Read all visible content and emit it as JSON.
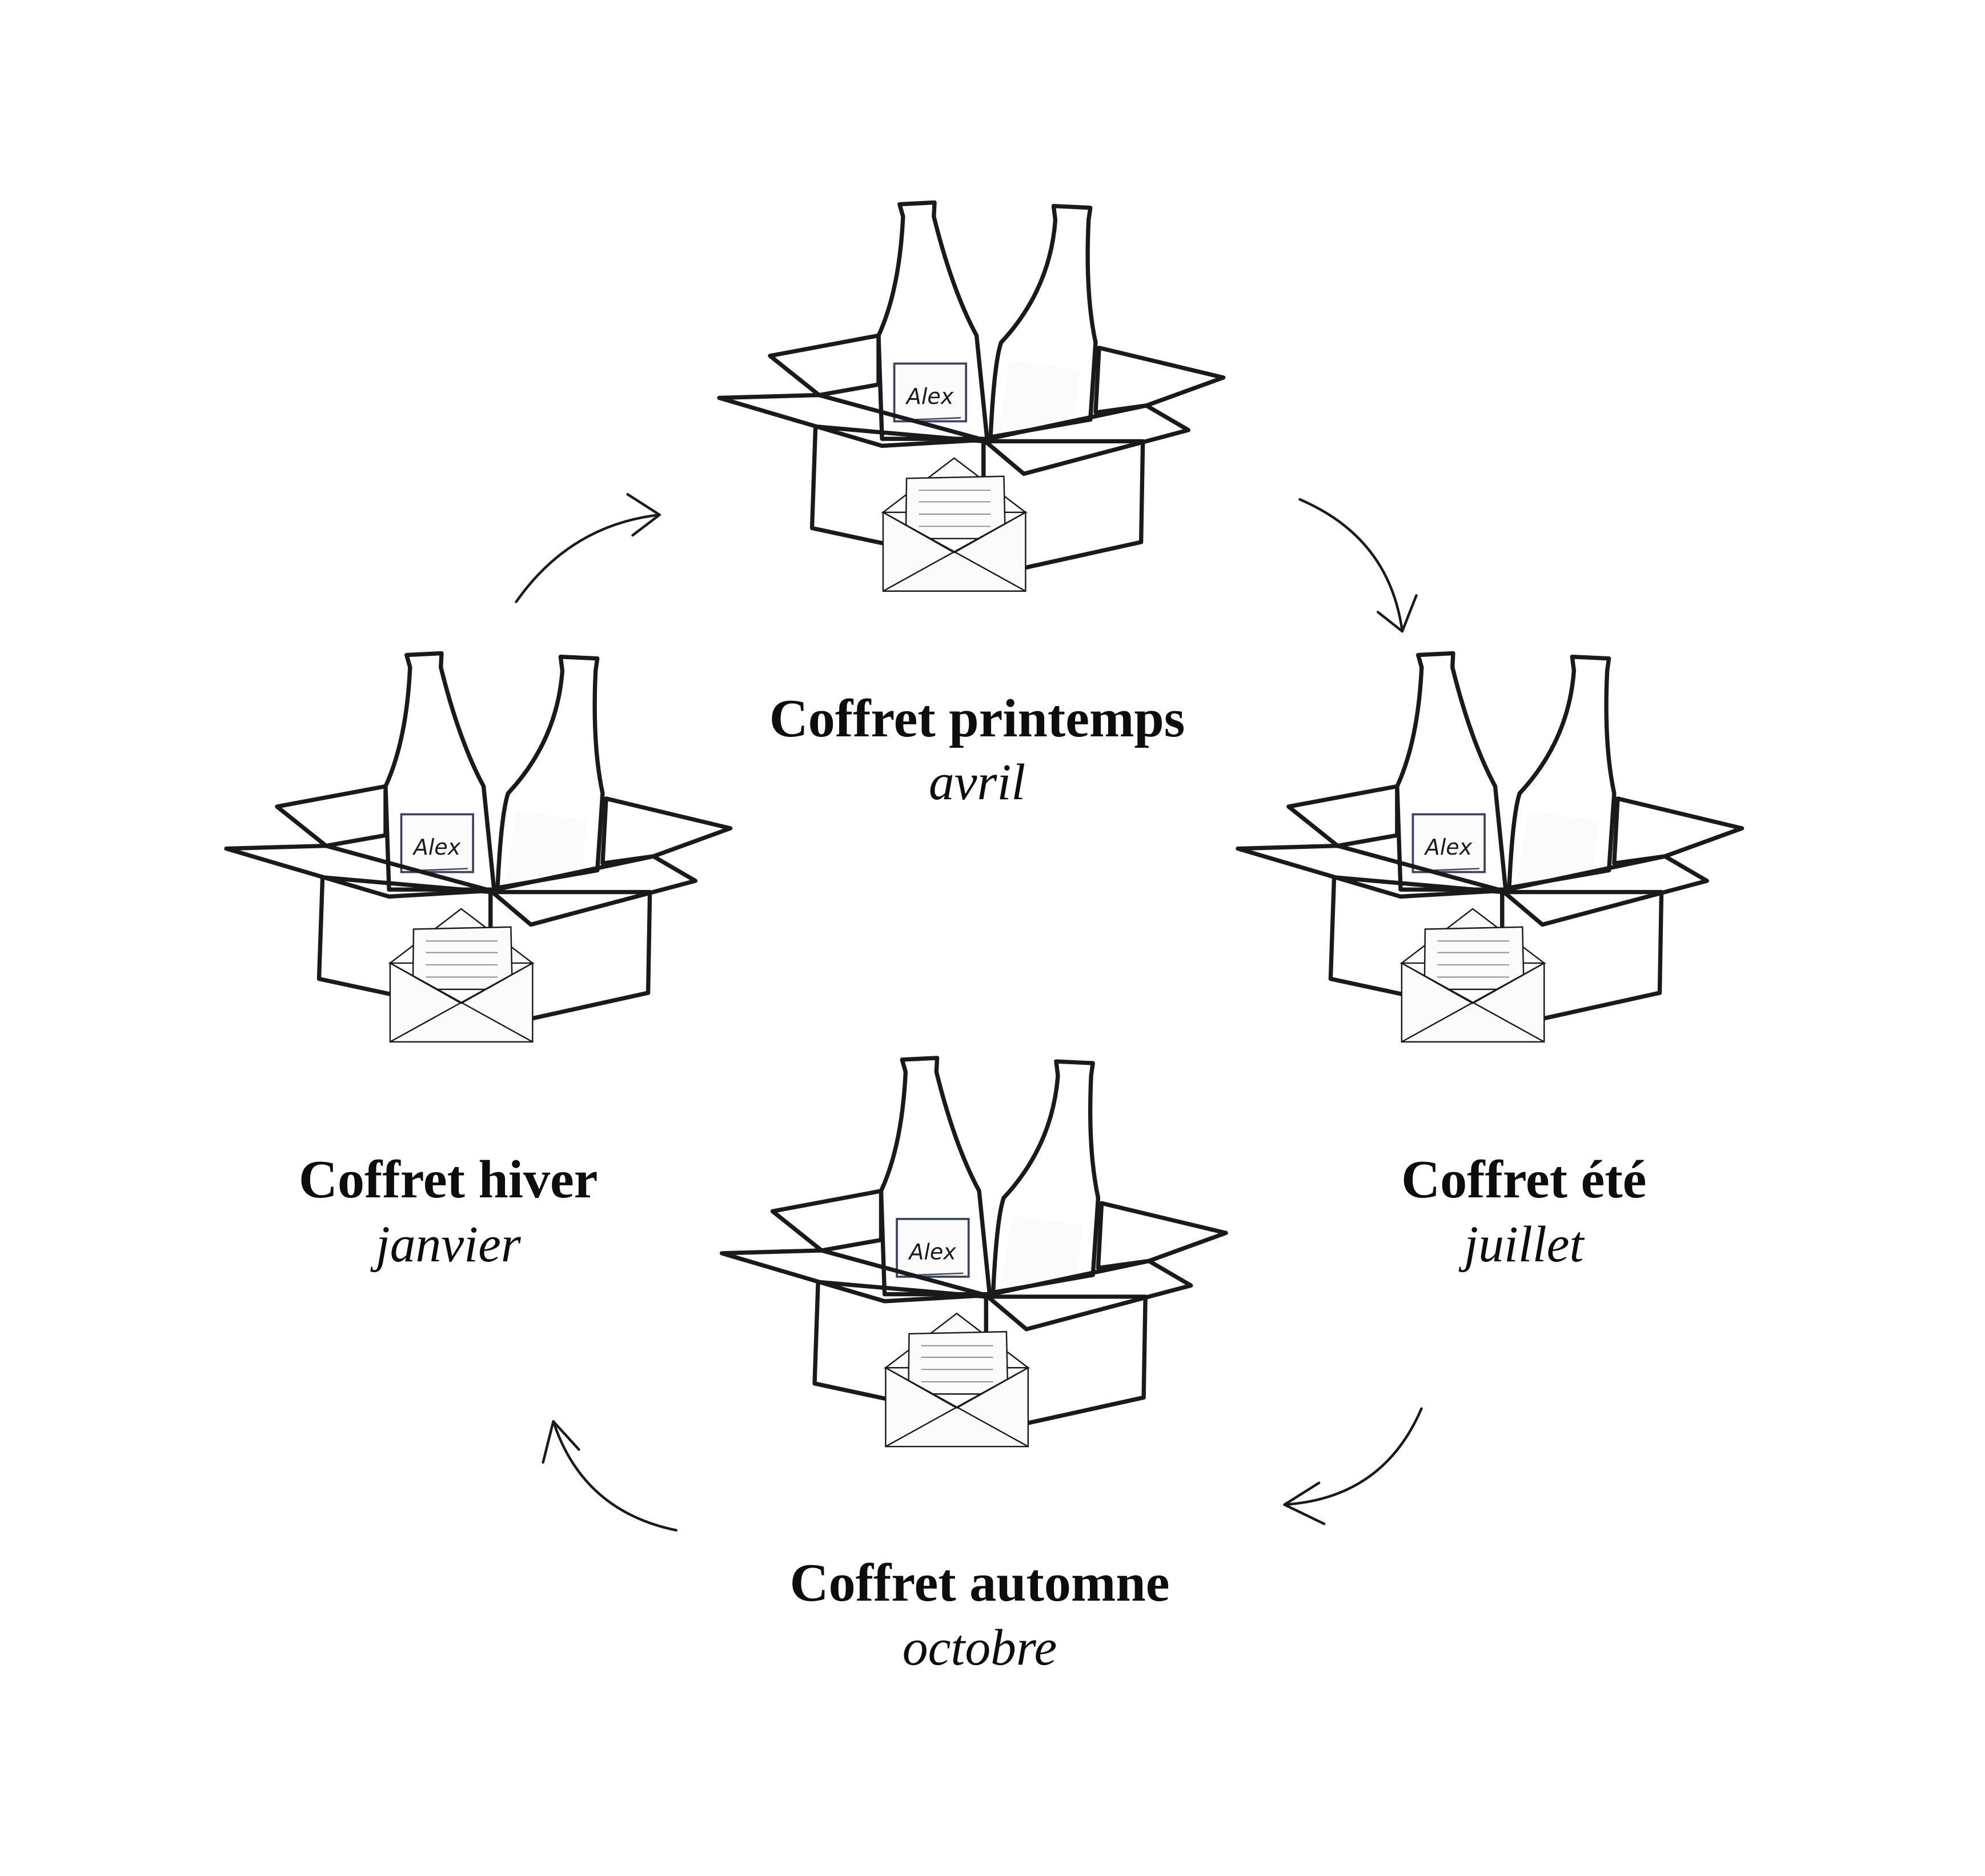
{
  "colors": {
    "box": "#ebe2d1",
    "bottle_blue": "#222a45",
    "bottle_black": "#050505",
    "outline": "#1a1a1a",
    "paper": "#fbfbfb"
  },
  "bottle_label_name": "Alex",
  "boxes": [
    {
      "title": "Coffret printemps",
      "month": "avril"
    },
    {
      "title": "Coffret été",
      "month": "juillet"
    },
    {
      "title": "Coffret automne",
      "month": "octobre"
    },
    {
      "title": "Coffret hiver",
      "month": "janvier"
    }
  ]
}
